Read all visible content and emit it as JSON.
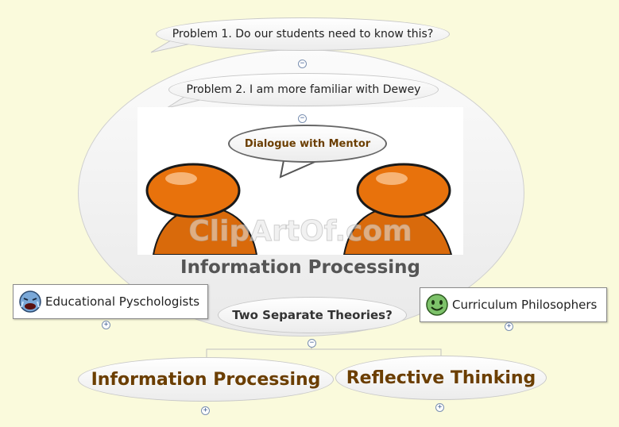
{
  "topics": {
    "problem1": "Problem 1. Do our students need to know this?",
    "problem2": "Problem 2.  I am more familiar with Dewey",
    "dialogue": "Dialogue with Mentor",
    "central": "Information Processing",
    "separate": "Two Separate Theories?",
    "left_box": "Educational Pyschologists",
    "right_box": "Curriculum Philosophers",
    "bottom_left": "Information Processing",
    "bottom_right": "Reflective Thinking"
  },
  "image": {
    "watermark": "ClipArtOf.com"
  },
  "expanders": {
    "collapse": "−",
    "expand": "+"
  },
  "colors": {
    "background": "#fafadc",
    "accent_brown": "#6b3e00",
    "figure_orange": "#e8720c"
  },
  "icons": [
    "crying-face-icon",
    "smiley-face-icon"
  ]
}
